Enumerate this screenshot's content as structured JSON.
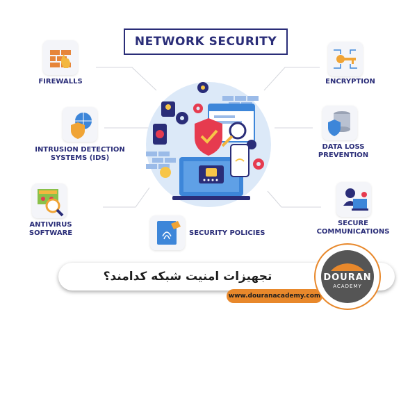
{
  "title": "NETWORK SECURITY",
  "items": {
    "firewalls": "FIREWALLS",
    "ids_line1": "INTRUSION DETECTION",
    "ids_line2": "SYSTEMS (IDS)",
    "antivirus_line1": "ANTIVIRUS",
    "antivirus_line2": "SOFTWARE",
    "security_policies": "SECURITY POLICIES",
    "encryption": "ENCRYPTION",
    "dlp_line1": "DATA LOSS",
    "dlp_line2": "PREVENTION",
    "secure_line1": "SECURE",
    "secure_line2": "COMMUNICATIONS"
  },
  "icons": {
    "firewalls": "firewall-icon",
    "ids": "shield-globe-icon",
    "antivirus": "virus-scan-icon",
    "security_policies": "fingerprint-document-icon",
    "encryption": "key-circuit-icon",
    "dlp": "database-shield-icon",
    "secure": "hacker-laptop-icon",
    "center": "network-security-illustration"
  },
  "banner": {
    "question": "تجهیزات امنیت شبکه کدامند؟",
    "url": "www.douranacademy.com"
  },
  "logo": {
    "name": "DOURAN",
    "sub": "ACADEMY"
  },
  "colors": {
    "navy": "#2a2d78",
    "orange": "#e8882b",
    "blue": "#3d86d9",
    "light_blue": "#dce9f8"
  }
}
